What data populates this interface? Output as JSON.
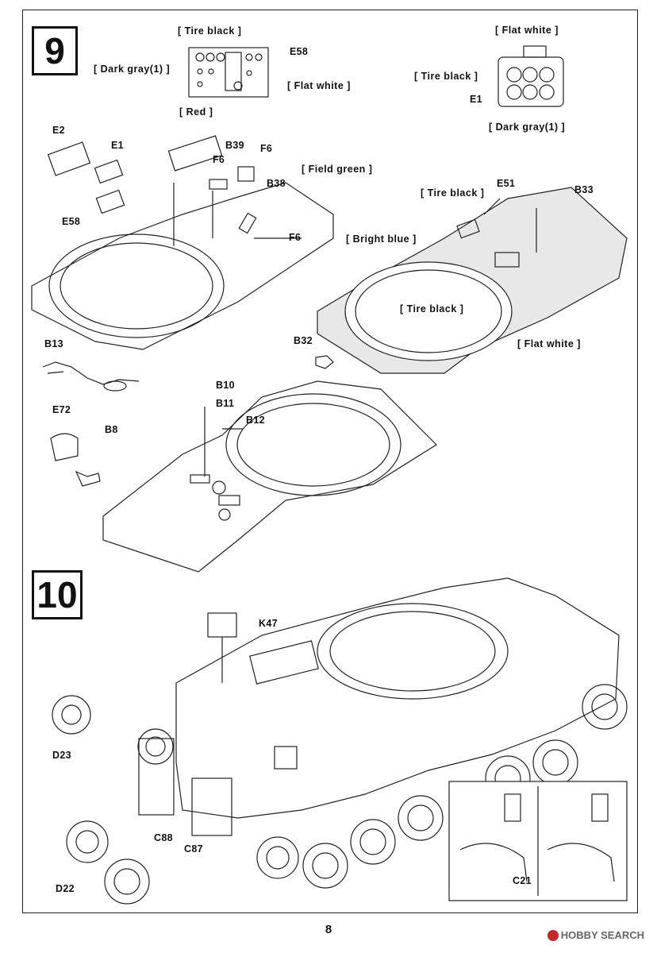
{
  "page": {
    "number": "8"
  },
  "watermark": {
    "text": "HOBBY SEARCH",
    "logo_icon": "hobby-search-logo-icon",
    "accent": "#c62828"
  },
  "steps": [
    {
      "number": "9"
    },
    {
      "number": "10"
    }
  ],
  "step9": {
    "parts": {
      "e58_top": "E58",
      "e1_right": "E1",
      "e2": "E2",
      "e1_left": "E1",
      "e58_left": "E58",
      "b39": "B39",
      "f6_a": "F6",
      "f6_b": "F6",
      "b38": "B38",
      "f6_c": "F6",
      "e51": "E51",
      "b33": "B33",
      "b13": "B13",
      "b8": "B8",
      "e72": "E72",
      "b32": "B32",
      "b10": "B10",
      "b11": "B11",
      "b12": "B12"
    },
    "colors": {
      "tire_black_top": "[ Tire black ]",
      "dark_gray_left": "[ Dark gray(1) ]",
      "flat_white_mid": "[ Flat white ]",
      "red": "[ Red ]",
      "flat_white_right": "[ Flat white ]",
      "tire_black_right": "[ Tire black ]",
      "dark_gray_right": "[ Dark gray(1) ]",
      "field_green": "[ Field green ]",
      "tire_black_hull": "[ Tire black ]",
      "bright_blue": "[ Bright blue ]",
      "tire_black_hull2": "[ Tire black ]",
      "flat_white_hull": "[ Flat white ]"
    }
  },
  "step10": {
    "parts": {
      "k47": "K47",
      "d23": "D23",
      "d22": "D22",
      "c88": "C88",
      "c87": "C87",
      "c21": "C21"
    }
  }
}
